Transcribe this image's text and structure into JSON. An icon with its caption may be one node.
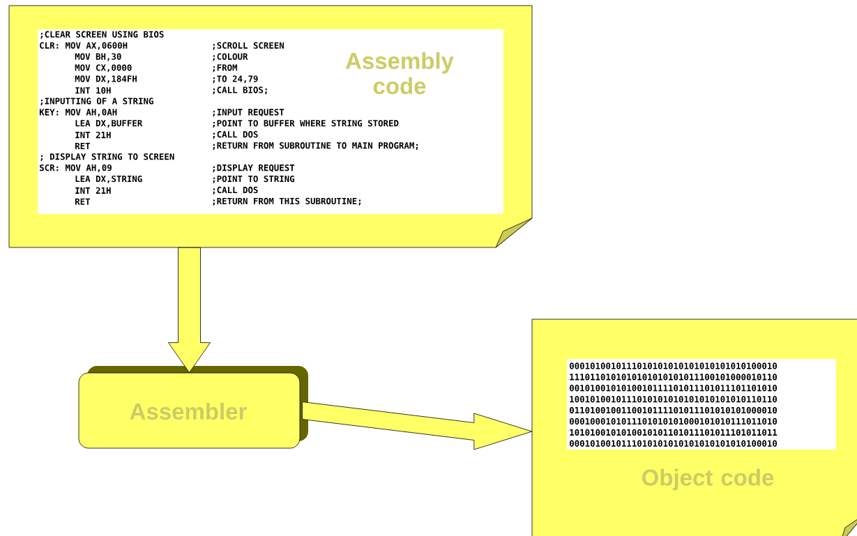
{
  "diagram": {
    "nodes": [
      {
        "text": [
          "Assembly code"
        ]
      },
      {
        "text": [
          "Assembler"
        ]
      },
      {
        "text": [
          "Object code"
        ]
      }
    ],
    "edges": [
      {
        "from": 0,
        "to": 1,
        "arrow": "to"
      },
      {
        "from": 1,
        "to": 2,
        "arrow": "to"
      }
    ],
    "labels": [
      ";CLEAR SCREEN USING BIOS",
      "CLR: MOV AX,0600H",
      ";SCROLL SCREEN",
      "MOV BH,30",
      ";COLOUR",
      "MOV CX,0000",
      ";FROM",
      "MOV DX,184FH",
      ";TO 24,79",
      "INT 10H",
      ";CALL BIOS;",
      ";INPUTTING OF A STRING",
      "KEY: MOV AH,0AH",
      ";INPUT REQUEST",
      "LEA DX,BUFFER",
      ";POINT TO BUFFER WHERE STRING STORED",
      "INT 21H",
      ";CALL DOS",
      "RET",
      ";RETURN FROM SUBROUTINE TO MAIN PROGRAM;",
      "; DISPLAY STRING TO SCREEN",
      "SCR: MOV AH,09",
      ";DISPLAY REQUEST",
      "LEA DX,STRING",
      ";POINT TO STRING",
      "INT 21H",
      ";CALL DOS",
      "RET",
      ";RETURN FROM THIS SUBROUTINE;",
      "0001010010111010101010101010101010100010",
      "1110110101010101010101011100101000010110",
      "0010100101010010111101011101011101101010",
      "1001010010111010101010101010101010110110",
      "0110100100110010111101011101010101000010",
      "0001000101011101010101000101010111011010",
      "1010100101010010101101011101011101011011",
      "0001010010111010101010101010101010100010"
    ]
  }
}
